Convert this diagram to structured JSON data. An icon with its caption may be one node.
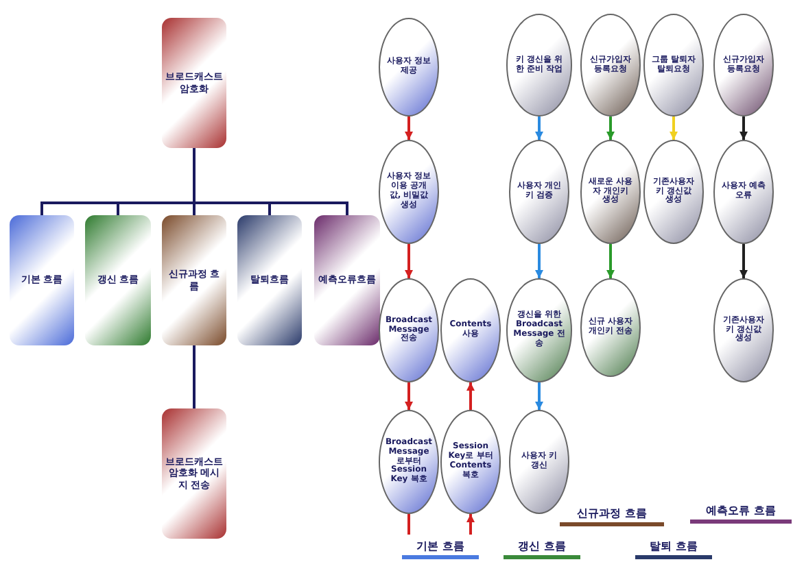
{
  "diagram": {
    "nodes": [
      {
        "text": [
          "브로드캐스트 암호화"
        ]
      },
      {
        "text": [
          "기본 흐름"
        ]
      },
      {
        "text": [
          "갱신 흐름"
        ]
      },
      {
        "text": [
          "신규과정 흐름"
        ]
      },
      {
        "text": [
          "탈퇴흐름"
        ]
      },
      {
        "text": [
          "예측오류흐름"
        ]
      },
      {
        "text": [
          "브로드캐스트 암호화 메시지 전송"
        ]
      },
      {
        "text": [
          "사용자 정보 제공"
        ]
      },
      {
        "text": [
          "사용자 정보 이용 공개값, 비밀값 생성"
        ]
      },
      {
        "text": [
          "Broadcast Message 전송"
        ]
      },
      {
        "text": [
          "Broadcast Message로부터 Session Key 복호"
        ]
      },
      {
        "text": [
          "Session Key로 부터 Contents 복호"
        ]
      },
      {
        "text": [
          "Contents 사용"
        ]
      },
      {
        "text": [
          "키 갱신을 위한 준비 작업"
        ]
      },
      {
        "text": [
          "사용자 개인키 검증"
        ]
      },
      {
        "text": [
          "갱신을 위한 Broadcast Message 전송"
        ]
      },
      {
        "text": [
          "사용자 키 갱신"
        ]
      },
      {
        "text": [
          "신규가입자 등록요청"
        ]
      },
      {
        "text": [
          "새로운 사용자 개인키 생성"
        ]
      },
      {
        "text": [
          "신규 사용자 개인키 전송"
        ]
      },
      {
        "text": [
          "그룹 탈퇴자 탈퇴요청"
        ]
      },
      {
        "text": [
          "기존사용자 키 갱신값 생성"
        ]
      },
      {
        "text": [
          "신규가입자 등록요청"
        ]
      },
      {
        "text": [
          "사용자 예측 오류"
        ]
      },
      {
        "text": [
          "기존사용자 키 갱신값 생성"
        ]
      }
    ],
    "edges": [
      {
        "from": 0,
        "to": 1,
        "arrow": "none"
      },
      {
        "from": 0,
        "to": 2,
        "arrow": "none"
      },
      {
        "from": 0,
        "to": 3,
        "arrow": "none"
      },
      {
        "from": 0,
        "to": 4,
        "arrow": "none"
      },
      {
        "from": 0,
        "to": 5,
        "arrow": "none"
      },
      {
        "from": 3,
        "to": 6,
        "arrow": "none"
      },
      {
        "from": 7,
        "to": 8,
        "arrow": "to",
        "color": "#d42020"
      },
      {
        "from": 8,
        "to": 9,
        "arrow": "to",
        "color": "#d42020"
      },
      {
        "from": 9,
        "to": 10,
        "arrow": "to",
        "color": "#d42020"
      },
      {
        "from": 10,
        "to": 11,
        "arrow": "to",
        "color": "#d42020"
      },
      {
        "from": 11,
        "to": 12,
        "arrow": "to",
        "color": "#d42020"
      },
      {
        "from": 13,
        "to": 14,
        "arrow": "to",
        "color": "#2a8ae0"
      },
      {
        "from": 14,
        "to": 15,
        "arrow": "to",
        "color": "#2a8ae0"
      },
      {
        "from": 15,
        "to": 16,
        "arrow": "to",
        "color": "#2a8ae0"
      },
      {
        "from": 17,
        "to": 18,
        "arrow": "to",
        "color": "#2a9a2a"
      },
      {
        "from": 18,
        "to": 19,
        "arrow": "to",
        "color": "#2a9a2a"
      },
      {
        "from": 20,
        "to": 21,
        "arrow": "to",
        "color": "#f0d020"
      },
      {
        "from": 22,
        "to": 23,
        "arrow": "to",
        "color": "#202020"
      },
      {
        "from": 23,
        "to": 24,
        "arrow": "to",
        "color": "#202020"
      }
    ],
    "legend": [
      {
        "text": "신규과정 흐름",
        "color": "#7a4a2a"
      },
      {
        "text": "예측오류 흐름",
        "color": "#7a3a7a"
      },
      {
        "text": "기본 흐름",
        "color": "#4a7ae0"
      },
      {
        "text": "갱신 흐름",
        "color": "#3a8a3a"
      },
      {
        "text": "탈퇴 흐름",
        "color": "#2a3a6a"
      }
    ]
  }
}
